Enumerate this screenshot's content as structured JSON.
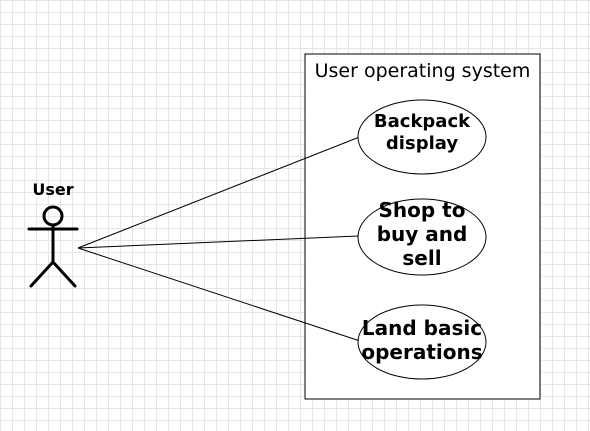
{
  "system": {
    "title": "User operating system"
  },
  "actor": {
    "name": "User"
  },
  "use_cases": [
    {
      "id": "backpack",
      "label": "Backpack display"
    },
    {
      "id": "shop",
      "label": "Shop to buy and sell"
    },
    {
      "id": "land",
      "label": "Land basic operations"
    }
  ],
  "colors": {
    "stroke": "#000000",
    "fill": "#ffffff",
    "grid": "#e6e6e6"
  }
}
